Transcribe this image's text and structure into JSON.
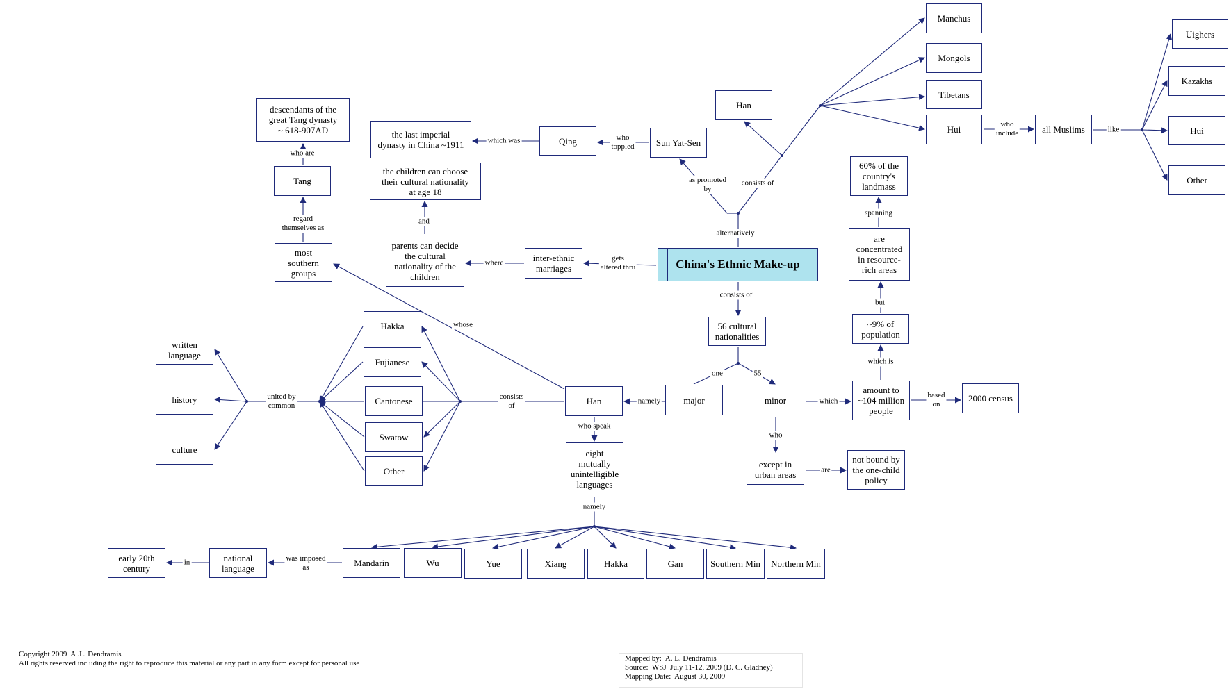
{
  "root": "China's Ethnic Make-up",
  "nodes": {
    "descendants": "descendants of the\ngreat Tang dynasty\n~ 618-907AD",
    "last_imperial": "the last imperial\ndynasty in China ~1911",
    "qing": "Qing",
    "sun": "Sun Yat-Sen",
    "han_top": "Han",
    "manchus": "Manchus",
    "mongols": "Mongols",
    "tibetans": "Tibetans",
    "hui": "Hui",
    "all_muslims": "all Muslims",
    "uighers": "Uighers",
    "kazakhs": "Kazakhs",
    "hui2": "Hui",
    "other_right": "Other",
    "tang": "Tang",
    "children_choose": "the children can choose\ntheir cultural nationality\nat age 18",
    "parents": "parents can decide\nthe cultural\nnationality of the\nchildren",
    "inter": "inter-ethnic\nmarriages",
    "southern": "most\nsouthern\ngroups",
    "landmass": "60% of the\ncountry's\nlandmass",
    "concentrated": "are\nconcentrated\nin resource-\nrich areas",
    "pop": "~9% of\npopulation",
    "cultural56": "56 cultural\nnationalities",
    "written": "written\nlanguage",
    "history": "history",
    "culture": "culture",
    "hakka": "Hakka",
    "fujianese": "Fujianese",
    "cantonese": "Cantonese",
    "swatow": "Swatow",
    "other_left": "Other",
    "han_main": "Han",
    "major": "major",
    "minor": "minor",
    "amount": "amount to\n~104 million\npeople",
    "census": "2000 census",
    "eight": "eight\nmutually\nunintelligible\nlanguages",
    "urban": "except in\nurban areas",
    "notbound": "not bound by\nthe one-child\npolicy",
    "early20": "early 20th\ncentury",
    "national": "national\nlanguage",
    "mandarin": "Mandarin",
    "wu": "Wu",
    "yue": "Yue",
    "xiang": "Xiang",
    "hakka2": "Hakka",
    "gan": "Gan",
    "southern_min": "Southern Min",
    "northern_min": "Northern Min"
  },
  "links": {
    "who_are": "who are",
    "which_was": "which was",
    "who_toppled": "who\ntoppled",
    "as_promoted": "as promoted\nby",
    "consists_of_top": "consists of",
    "alternatively": "alternatively",
    "who_include": "who\ninclude",
    "like": "like",
    "regard": "regard\nthemselves as",
    "and": "and",
    "where": "where",
    "gets_altered": "gets\naltered thru",
    "spanning": "spanning",
    "but": "but",
    "which_is": "which is",
    "consists_of_mid": "consists of",
    "whose": "whose",
    "united_by": "united by\ncommon",
    "consists_of_han": "consists\nof",
    "namely_han": "namely",
    "one": "one",
    "fiftyfive": "55",
    "which": "which",
    "based_on": "based\non",
    "who_speak": "who speak",
    "who": "who",
    "are": "are",
    "namely_lang": "namely",
    "in": "in",
    "was_imposed": "was imposed\nas"
  },
  "footer": {
    "copyright_line1": "Copyright 2009  A .L. Dendramis",
    "copyright_line2": "All rights reserved including the right to reproduce this material or any part in any form except for personal use",
    "mapped_by": "Mapped by:  A. L. Dendramis",
    "source": "Source:  WSJ  July 11-12, 2009 (D. C. Gladney)",
    "mapping_date": "Mapping Date:  August 30, 2009"
  },
  "colors": {
    "line": "#1f2a7a",
    "root_fill": "#aee3ee",
    "node_border": "#1f2a7a"
  }
}
